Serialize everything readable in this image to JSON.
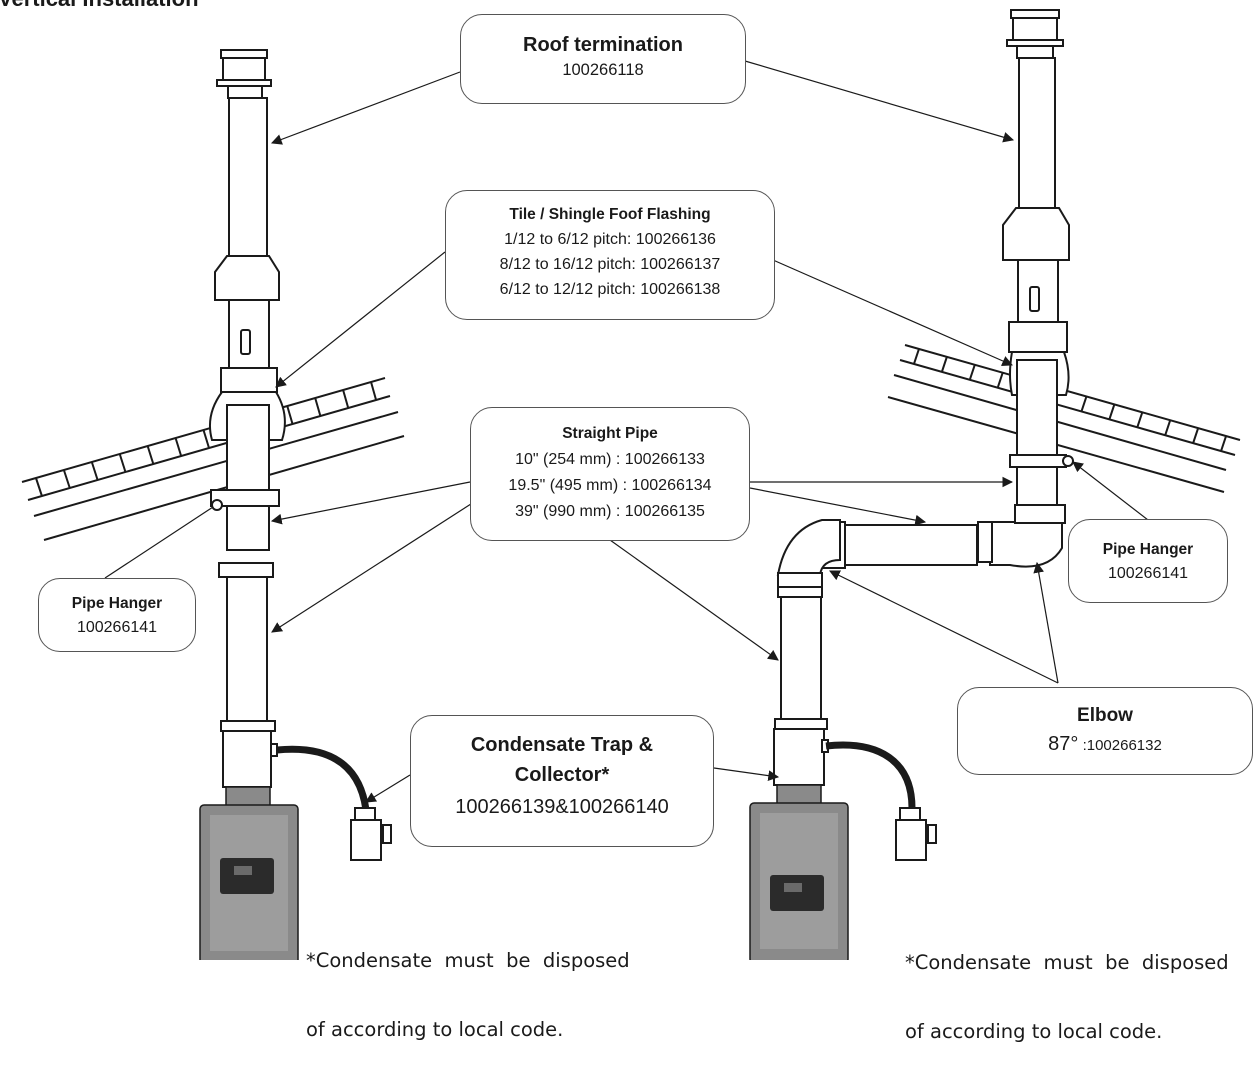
{
  "title": "Vertical Installation",
  "colors": {
    "line": "#1a1a1a",
    "pipe": "#ffffff",
    "heater": "#8a8a8a",
    "heater_dark": "#5c5c5c",
    "text": "#1a1a1a"
  },
  "callouts": {
    "roof_termination": {
      "title": "Roof termination",
      "part": "100266118"
    },
    "flashing": {
      "title": "Tile / Shingle Foof Flashing",
      "lines": [
        "1/12 to 6/12 pitch: 100266136",
        "8/12 to 16/12 pitch: 100266137",
        "6/12 to 12/12 pitch: 100266138"
      ]
    },
    "straight_pipe": {
      "title": "Straight Pipe",
      "lines": [
        "10\" (254 mm) : 100266133",
        "19.5\" (495 mm) : 100266134",
        "39\" (990 mm) : 100266135"
      ]
    },
    "pipe_hanger_left": {
      "title": "Pipe Hanger",
      "part": "100266141"
    },
    "pipe_hanger_right": {
      "title": "Pipe Hanger",
      "part": "100266141"
    },
    "condensate": {
      "title_line1": "Condensate Trap &",
      "title_line2": "Collector*",
      "part": "100266139&100266140"
    },
    "elbow": {
      "title": "Elbow",
      "angle": "87°",
      "part": " :100266132"
    }
  },
  "notes": {
    "left": [
      "*Condensate  must  be  disposed",
      "of according to local code."
    ],
    "right": [
      "*Condensate  must  be  disposed",
      "of according to local code."
    ]
  },
  "icons": [
    "water-heater-icon",
    "condensate-collector-icon",
    "roof-termination-cap-icon"
  ]
}
